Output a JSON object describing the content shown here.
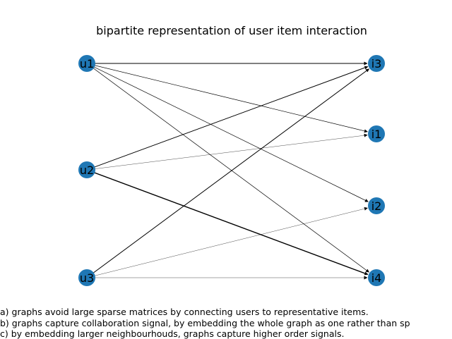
{
  "title": "bipartite representation of user item interaction",
  "node_color": "#1f77b4",
  "edge_color": "#000000",
  "nodes": [
    {
      "id": "u1",
      "label": "u1",
      "side": "user"
    },
    {
      "id": "u2",
      "label": "u2",
      "side": "user"
    },
    {
      "id": "u3",
      "label": "u3",
      "side": "user"
    },
    {
      "id": "i3",
      "label": "i3",
      "side": "item"
    },
    {
      "id": "i1",
      "label": "i1",
      "side": "item"
    },
    {
      "id": "i2",
      "label": "i2",
      "side": "item"
    },
    {
      "id": "i4",
      "label": "i4",
      "side": "item"
    }
  ],
  "edges": [
    {
      "source": "u1",
      "target": "i3",
      "weight": 3
    },
    {
      "source": "u1",
      "target": "i1",
      "weight": 2
    },
    {
      "source": "u1",
      "target": "i2",
      "weight": 2
    },
    {
      "source": "u1",
      "target": "i4",
      "weight": 2
    },
    {
      "source": "u2",
      "target": "i3",
      "weight": 3
    },
    {
      "source": "u2",
      "target": "i1",
      "weight": 1
    },
    {
      "source": "u2",
      "target": "i4",
      "weight": 4
    },
    {
      "source": "u3",
      "target": "i3",
      "weight": 3
    },
    {
      "source": "u3",
      "target": "i2",
      "weight": 1
    },
    {
      "source": "u3",
      "target": "i4",
      "weight": 1
    }
  ],
  "captions": [
    "a) graphs avoid large sparse matrices by connecting users to representative items.",
    "b) graphs capture collaboration signal, by embedding the whole graph as one rather than sp",
    "c) by embedding larger neighbourhouds, graphs capture higher order signals."
  ]
}
